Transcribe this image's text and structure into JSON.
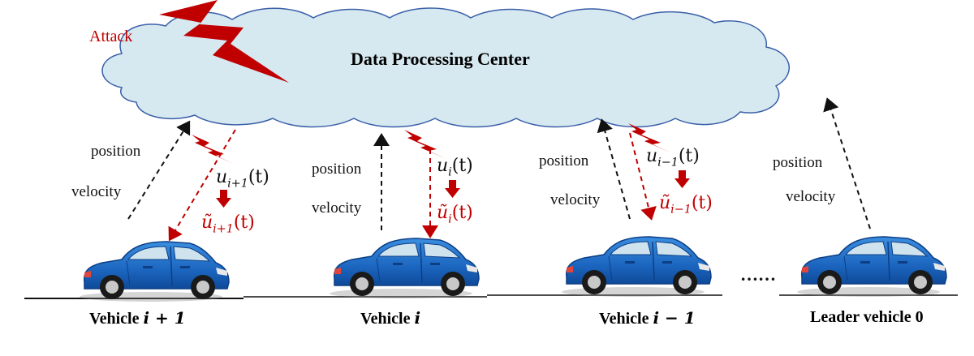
{
  "cloud": {
    "title": "Data Processing Center"
  },
  "attack": {
    "label": "Attack"
  },
  "links": [
    {
      "position": "position",
      "velocity": "velocity",
      "u": "u",
      "u_sub": "i+1",
      "t": "(t)",
      "ut": "ũ",
      "ut_sub": "i+1",
      "ut_t": "(t)"
    },
    {
      "position": "position",
      "velocity": "velocity",
      "u": "u",
      "u_sub": "i",
      "t": "(t)",
      "ut": "ũ",
      "ut_sub": "i",
      "ut_t": "(t)"
    },
    {
      "position": "position",
      "velocity": "velocity",
      "u": "u",
      "u_sub": "i−1",
      "t": "(t)",
      "ut": "ũ",
      "ut_sub": "i−1",
      "ut_t": "(t)"
    },
    {
      "position": "position",
      "velocity": "velocity"
    }
  ],
  "vehicles": [
    {
      "prefix": "Vehicle ",
      "math": "i + 1"
    },
    {
      "prefix": "Vehicle ",
      "math": "i"
    },
    {
      "prefix": "Vehicle ",
      "math": "i − 1"
    },
    {
      "prefix": "Leader vehicle 0",
      "math": ""
    }
  ],
  "ellipsis": "……",
  "colors": {
    "cloud_fill": "#d6e8f0",
    "cloud_stroke": "#3a5fa8",
    "attack_red": "#c00000",
    "car_blue": "#1f6fc8",
    "dashed_black": "#111111"
  }
}
